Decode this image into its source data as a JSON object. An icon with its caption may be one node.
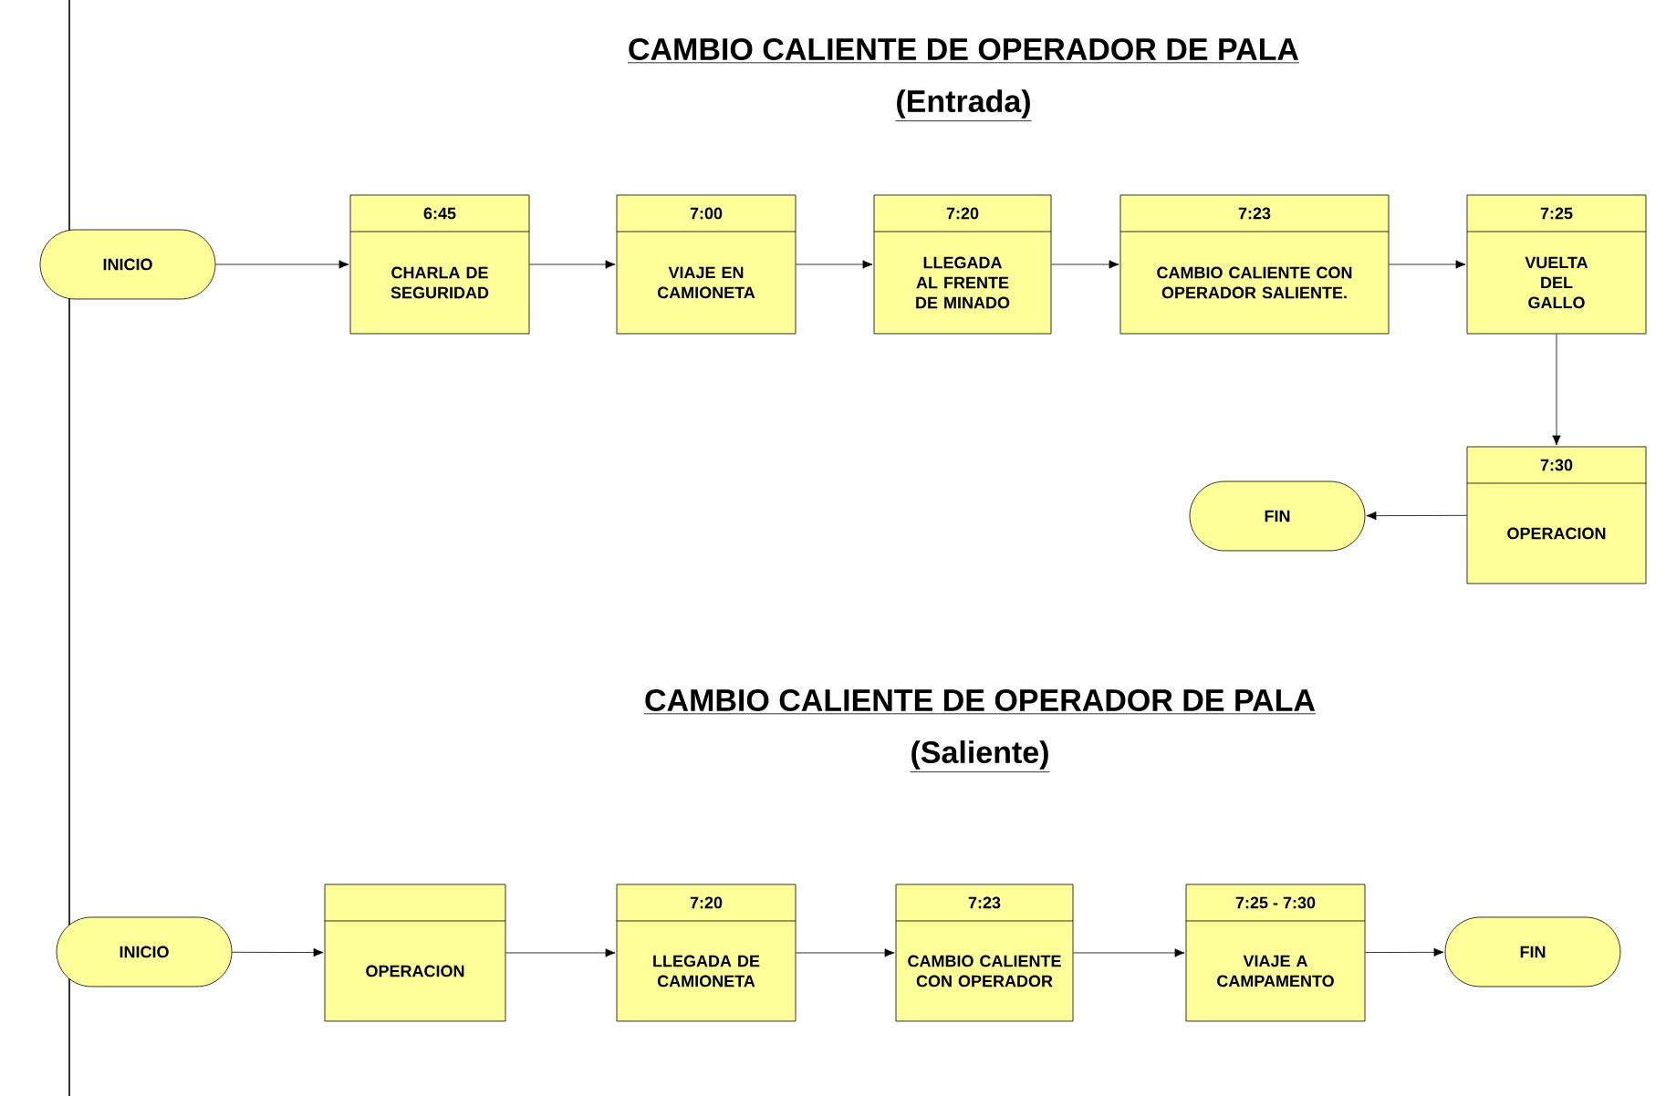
{
  "diagram": {
    "title": "CAMBIO CALIENTE DE OPERADOR DE PALA",
    "nodes": [
      {
        "text": [
          "INICIO"
        ]
      },
      {
        "text": [
          "6:45",
          "CHARLA DE SEGURIDAD"
        ]
      },
      {
        "text": [
          "7:00",
          "VIAJE EN CAMIONETA"
        ]
      },
      {
        "text": [
          "7:20",
          "LLEGADA AL FRENTE DE MINADO"
        ]
      },
      {
        "text": [
          "7:23",
          "CAMBIO CALIENTE CON OPERADOR SALIENTE."
        ]
      },
      {
        "text": [
          "7:25",
          "VUELTA DEL GALLO"
        ]
      },
      {
        "text": [
          "7:30",
          "OPERACION"
        ]
      },
      {
        "text": [
          "FIN"
        ]
      },
      {
        "text": [
          "INICIO"
        ]
      },
      {
        "text": [
          "OPERACION"
        ]
      },
      {
        "text": [
          "7:20",
          "LLEGADA DE CAMIONETA"
        ]
      },
      {
        "text": [
          "7:23",
          "CAMBIO CALIENTE CON OPERADOR"
        ]
      },
      {
        "text": [
          "7:25 - 7:30",
          "VIAJE A CAMPAMENTO"
        ]
      },
      {
        "text": [
          "FIN"
        ]
      }
    ],
    "edges": [
      {
        "from": 0,
        "to": 1,
        "arrow": "to"
      },
      {
        "from": 1,
        "to": 2,
        "arrow": "to"
      },
      {
        "from": 2,
        "to": 3,
        "arrow": "to"
      },
      {
        "from": 3,
        "to": 4,
        "arrow": "to"
      },
      {
        "from": 4,
        "to": 5,
        "arrow": "to"
      },
      {
        "from": 5,
        "to": 6,
        "arrow": "to"
      },
      {
        "from": 6,
        "to": 7,
        "arrow": "to"
      },
      {
        "from": 8,
        "to": 9,
        "arrow": "to"
      },
      {
        "from": 9,
        "to": 10,
        "arrow": "to"
      },
      {
        "from": 10,
        "to": 11,
        "arrow": "to"
      },
      {
        "from": 11,
        "to": 12,
        "arrow": "to"
      },
      {
        "from": 12,
        "to": 13,
        "arrow": "to"
      }
    ],
    "labels": [
      "(Entrada)",
      "CAMBIO CALIENTE DE OPERADOR DE PALA",
      "(Saliente)"
    ]
  }
}
